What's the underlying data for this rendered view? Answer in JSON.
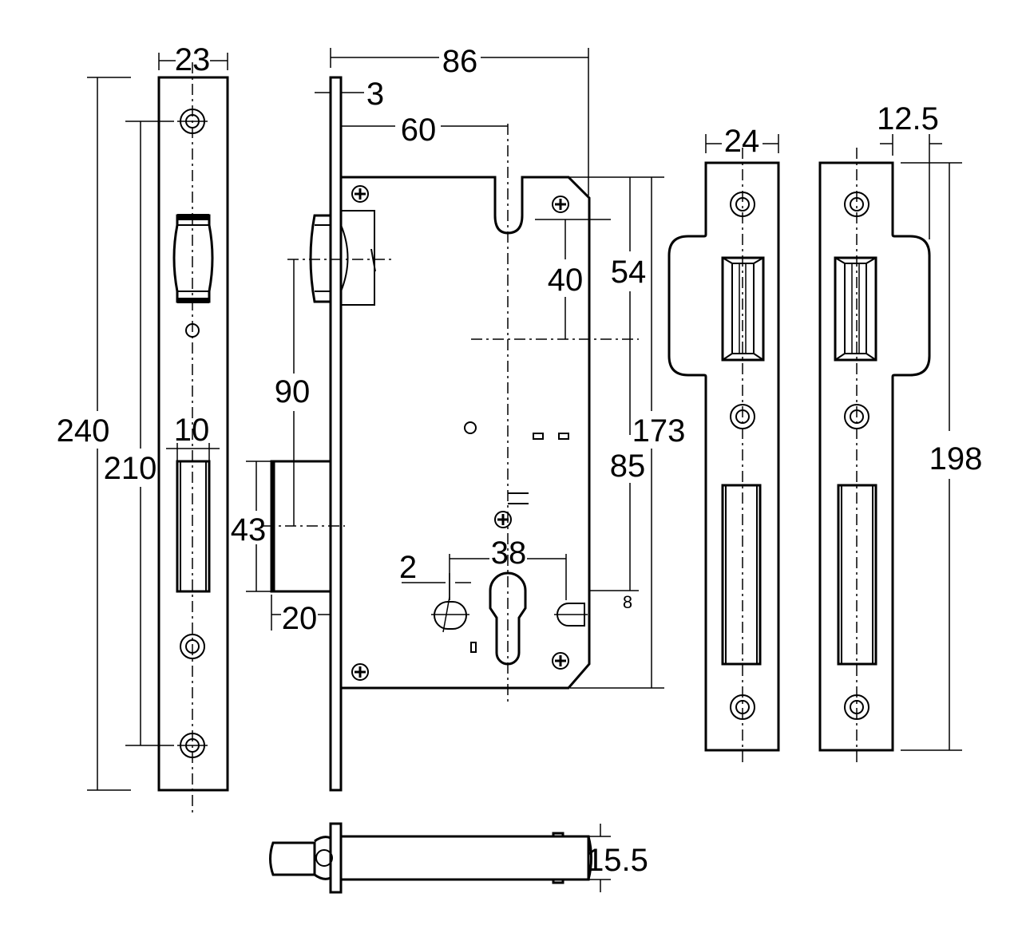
{
  "dimensions": {
    "faceplate_width": "23",
    "case_depth": "86",
    "faceplate_thickness": "3",
    "backset": "60",
    "follower_to_center": "40",
    "follower_offset": "54",
    "faceplate_height": "240",
    "faceplate_screw_spacing": "210",
    "latch_width": "10",
    "follower_height": "90",
    "bolt_height": "43",
    "bolt_throw": "20",
    "case_height": "173",
    "cylinder_distance": "85",
    "hole_gap": "2",
    "cylinder_width": "38",
    "cylinder_hole": "8",
    "strike_width": "24",
    "strike_lip": "12.5",
    "strike_height": "198",
    "bolt_thickness": "15.5"
  }
}
